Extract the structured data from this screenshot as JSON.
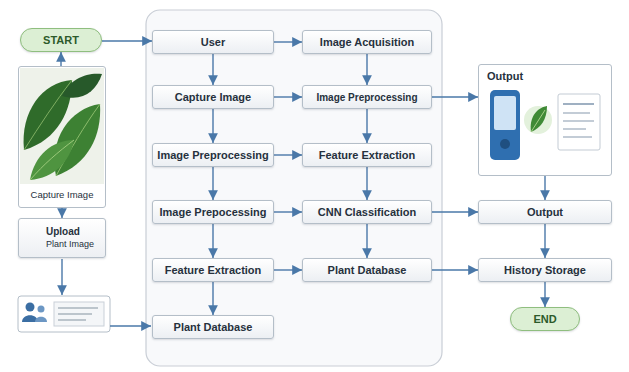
{
  "diagram": {
    "nodes": [
      {
        "text": [
          "START"
        ]
      },
      {
        "text": [
          "Capture Image"
        ]
      },
      {
        "text": [
          "Upload",
          "Plant Image"
        ]
      },
      {
        "text": [
          "User"
        ]
      },
      {
        "text": [
          "Capture Image"
        ]
      },
      {
        "text": [
          "Image Preprocessing"
        ]
      },
      {
        "text": [
          "Image Prepocessing"
        ]
      },
      {
        "text": [
          "Feature Extraction"
        ]
      },
      {
        "text": [
          "Plant Database"
        ]
      },
      {
        "text": [
          "Image Acquisition"
        ]
      },
      {
        "text": [
          "Image Preprocessing"
        ]
      },
      {
        "text": [
          "Feature Extraction"
        ]
      },
      {
        "text": [
          "CNN Classification"
        ]
      },
      {
        "text": [
          "Plant Database"
        ]
      },
      {
        "text": [
          "Output"
        ]
      },
      {
        "text": [
          "Output"
        ]
      },
      {
        "text": [
          "History Storage"
        ]
      },
      {
        "text": [
          "END"
        ]
      }
    ],
    "edges": [
      {
        "from": 1,
        "to": 0,
        "arrow": "to"
      },
      {
        "from": 0,
        "to": 3,
        "arrow": "to"
      },
      {
        "from": 1,
        "to": 2,
        "arrow": "to"
      },
      {
        "from": 3,
        "to": 4,
        "arrow": "to"
      },
      {
        "from": 4,
        "to": 5,
        "arrow": "to"
      },
      {
        "from": 5,
        "to": 6,
        "arrow": "to"
      },
      {
        "from": 6,
        "to": 7,
        "arrow": "to"
      },
      {
        "from": 7,
        "to": 8,
        "arrow": "to"
      },
      {
        "from": 3,
        "to": 9,
        "arrow": "to"
      },
      {
        "from": 4,
        "to": 10,
        "arrow": "to"
      },
      {
        "from": 5,
        "to": 11,
        "arrow": "to"
      },
      {
        "from": 6,
        "to": 12,
        "arrow": "to"
      },
      {
        "from": 7,
        "to": 13,
        "arrow": "to"
      },
      {
        "from": 9,
        "to": 10,
        "arrow": "to"
      },
      {
        "from": 10,
        "to": 11,
        "arrow": "to"
      },
      {
        "from": 11,
        "to": 12,
        "arrow": "to"
      },
      {
        "from": 12,
        "to": 13,
        "arrow": "to"
      },
      {
        "from": 10,
        "to": 14,
        "arrow": "to"
      },
      {
        "from": 12,
        "to": 15,
        "arrow": "to"
      },
      {
        "from": 13,
        "to": 16,
        "arrow": "to"
      },
      {
        "from": 14,
        "to": 15,
        "arrow": "to"
      },
      {
        "from": 15,
        "to": 16,
        "arrow": "to"
      },
      {
        "from": 16,
        "to": 17,
        "arrow": "to"
      }
    ]
  }
}
